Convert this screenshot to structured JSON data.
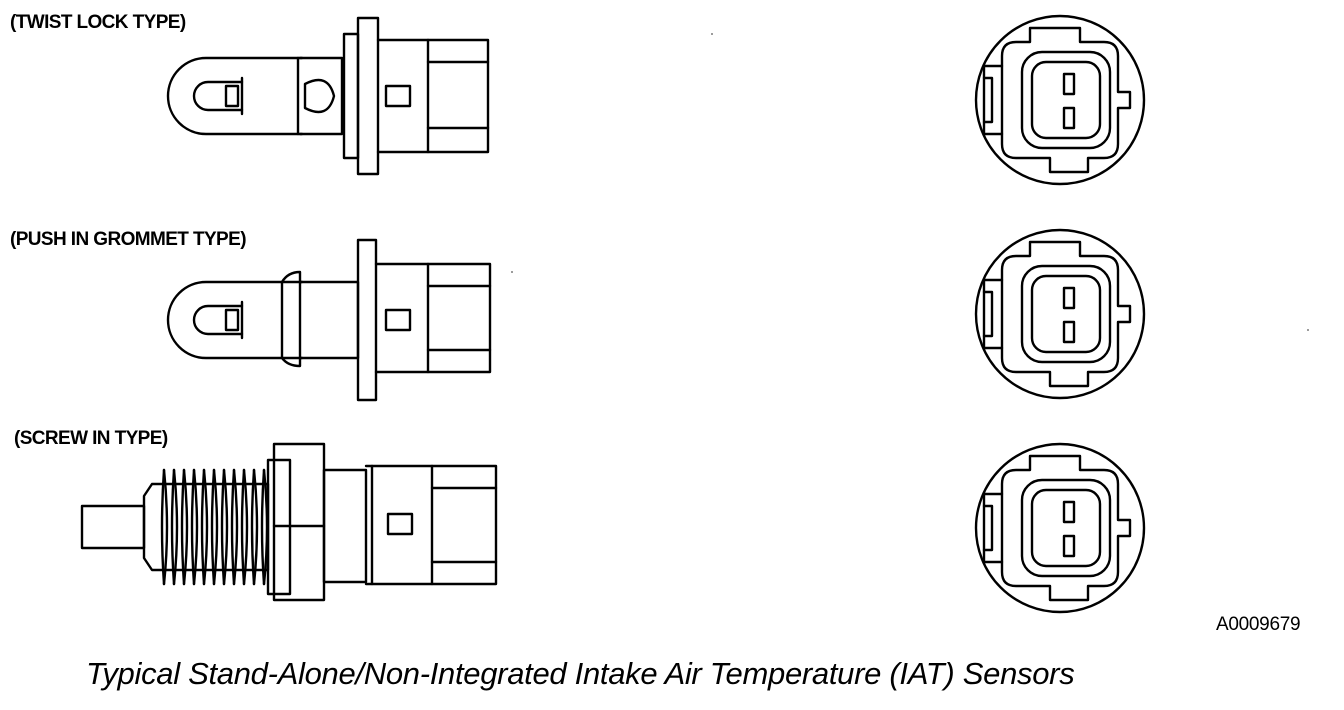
{
  "labels": {
    "twist_lock": "(TWIST LOCK TYPE)",
    "push_in_grommet": "(PUSH IN GROMMET TYPE)",
    "screw_in": "(SCREW IN TYPE)"
  },
  "reference_code": "A0009679",
  "caption": "Typical Stand-Alone/Non-Integrated Intake Air Temperature (IAT) Sensors",
  "colors": {
    "line": "#000000",
    "background": "#ffffff"
  }
}
